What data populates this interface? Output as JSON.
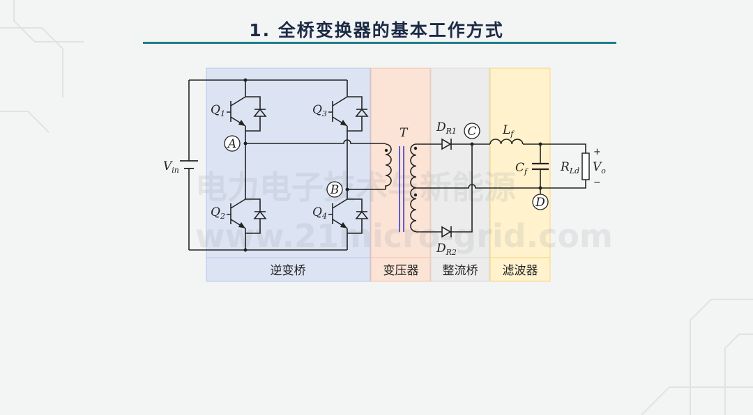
{
  "title": "1. 全桥变换器的基本工作方式",
  "watermark": {
    "line1": "电力电子技术与新能源",
    "line2": "www.21micro-grid.com"
  },
  "sections": [
    {
      "label": "逆变桥",
      "color": "#dce3f3"
    },
    {
      "label": "变压器",
      "color": "#fbe3d6"
    },
    {
      "label": "整流桥",
      "color": "#ececec"
    },
    {
      "label": "滤波器",
      "color": "#fff2cc"
    }
  ],
  "components": {
    "vin": {
      "main": "V",
      "sub": "in"
    },
    "q1": {
      "main": "Q",
      "sub": "1"
    },
    "q2": {
      "main": "Q",
      "sub": "2"
    },
    "q3": {
      "main": "Q",
      "sub": "3"
    },
    "q4": {
      "main": "Q",
      "sub": "4"
    },
    "transformer": "T",
    "dr1": {
      "main": "D",
      "sub": "R1"
    },
    "dr2": {
      "main": "D",
      "sub": "R2"
    },
    "lf": {
      "main": "L",
      "sub": "f"
    },
    "cf": {
      "main": "C",
      "sub": "f"
    },
    "rld": {
      "main": "R",
      "sub": "Ld"
    },
    "vo": {
      "main": "V",
      "sub": "o"
    },
    "plus": "+",
    "minus": "−"
  },
  "nodes": {
    "a": "A",
    "b": "B",
    "c": "C",
    "d": "D"
  },
  "colors": {
    "title_rule": "#1e7d8a",
    "core": "#3a3ad0"
  }
}
